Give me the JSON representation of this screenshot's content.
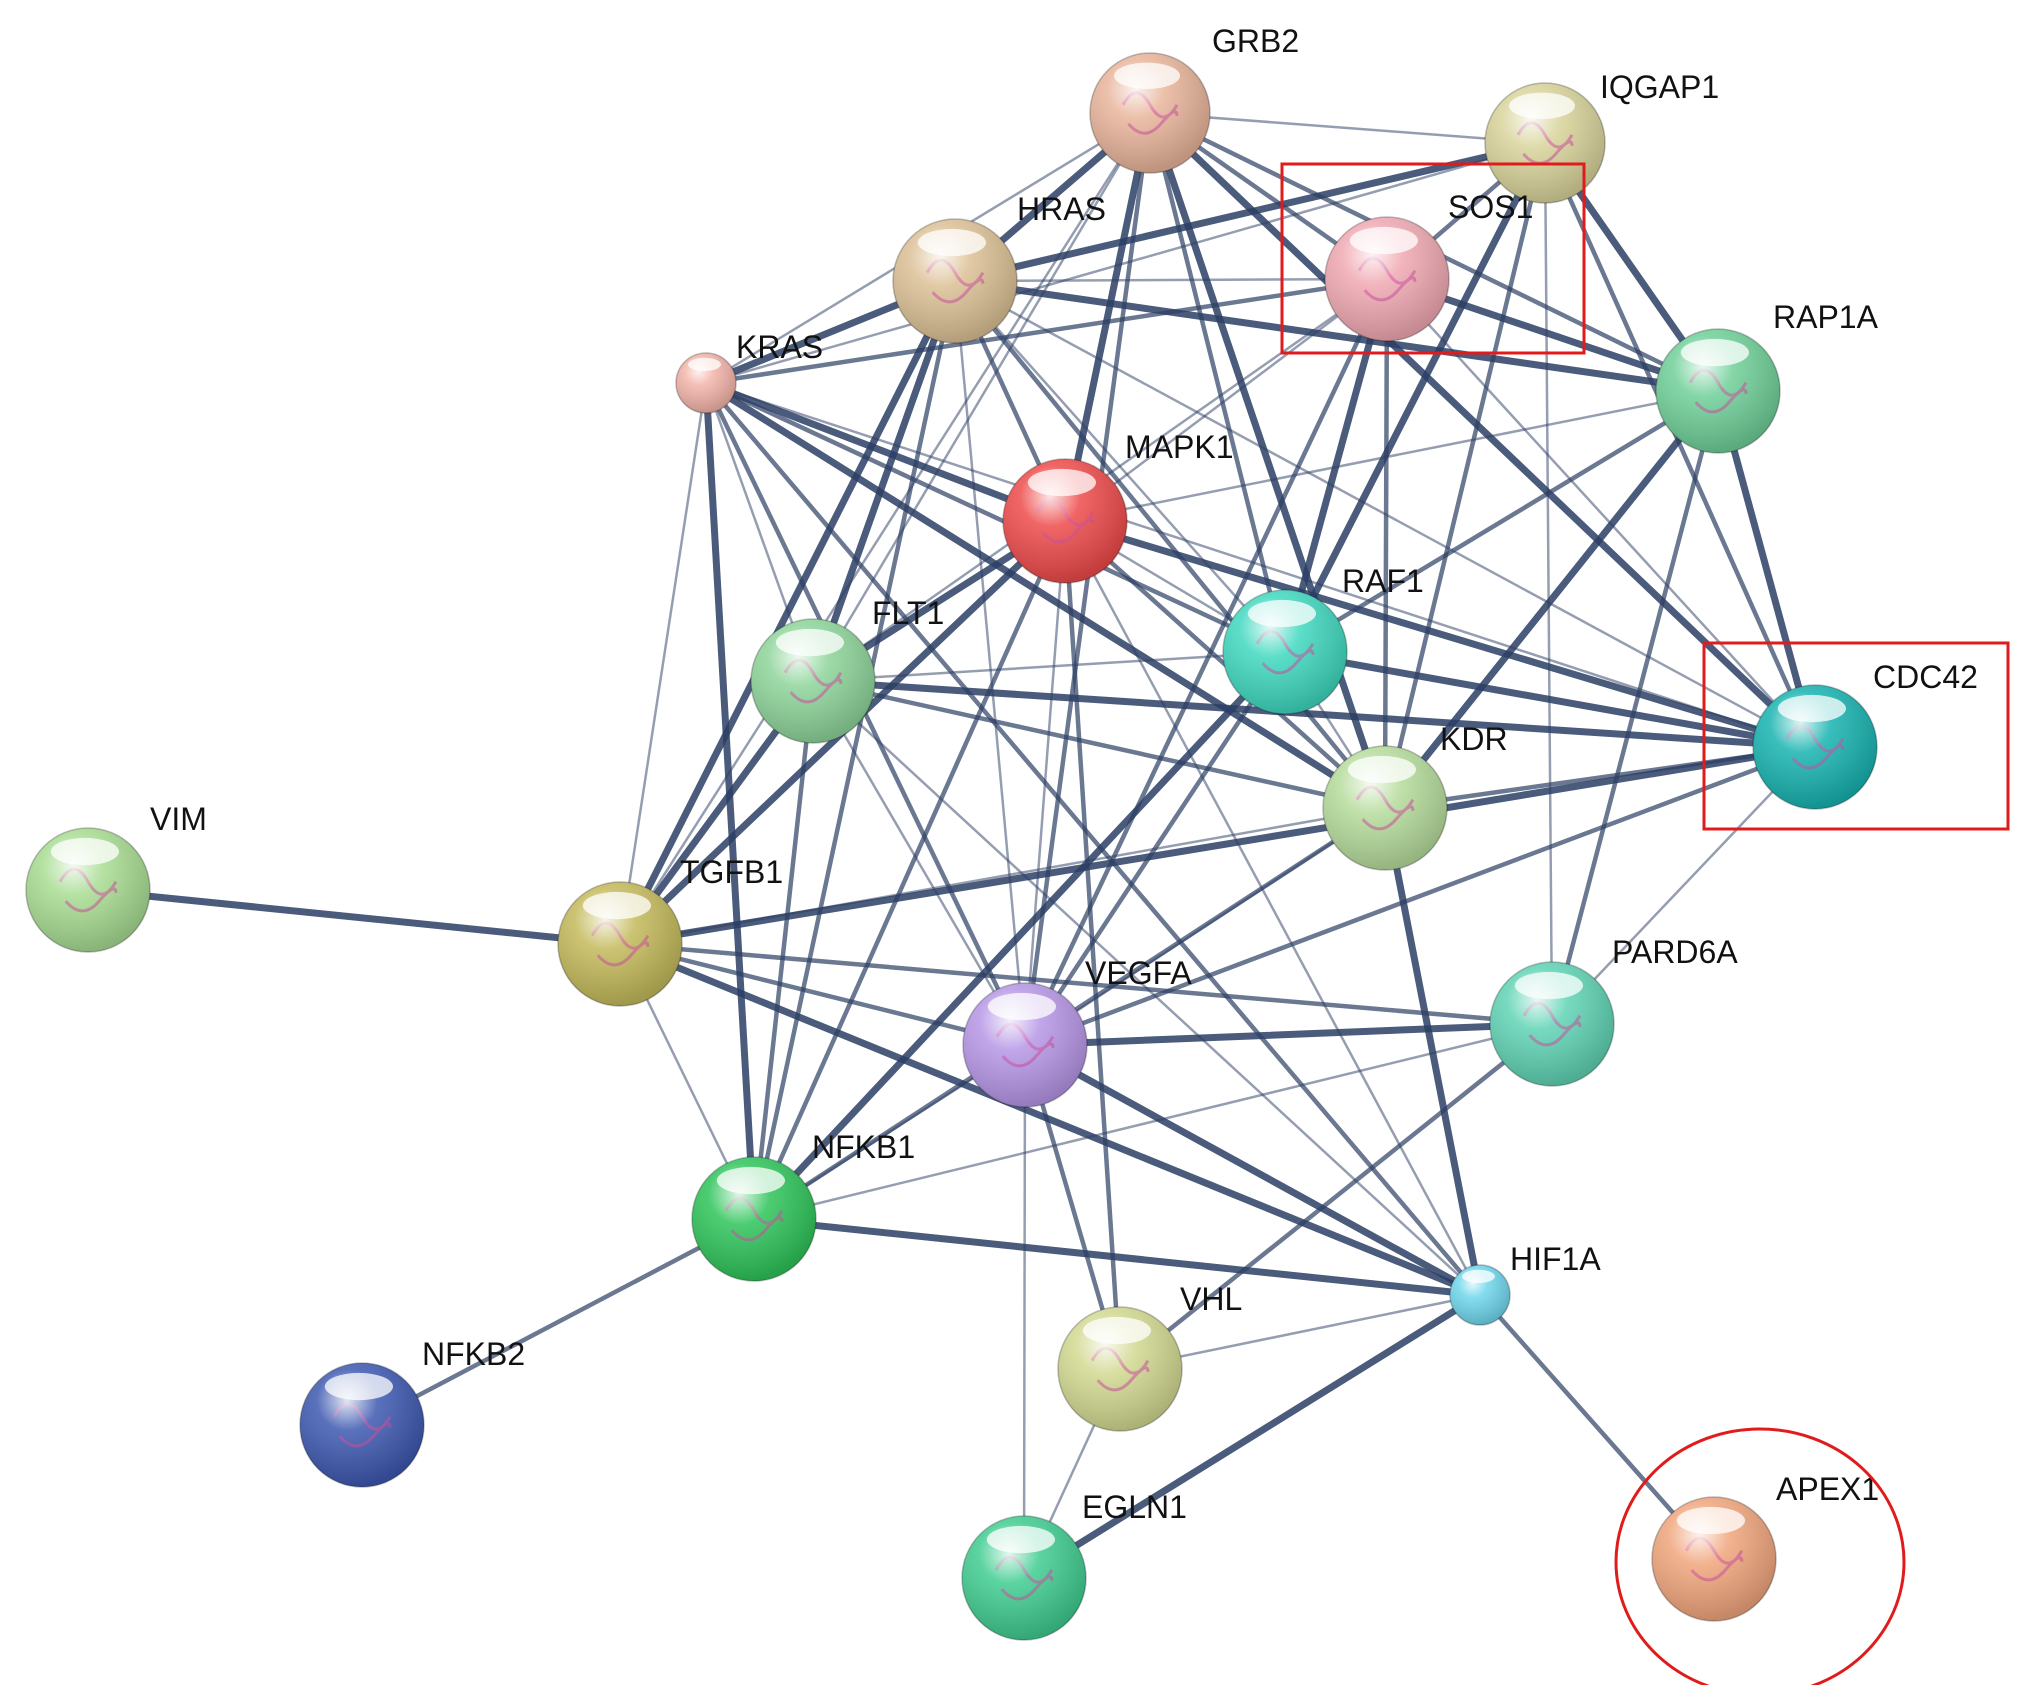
{
  "nodes": [
    {
      "id": "GRB2",
      "label": "GRB2",
      "color": "#e8b49a"
    },
    {
      "id": "IQGAP1",
      "label": "IQGAP1",
      "color": "#d8d39a"
    },
    {
      "id": "HRAS",
      "label": "HRAS",
      "color": "#dcc095"
    },
    {
      "id": "SOS1",
      "label": "SOS1",
      "color": "#f0a8b2"
    },
    {
      "id": "KRAS",
      "label": "KRAS",
      "color": "#f2b3a8"
    },
    {
      "id": "RAP1A",
      "label": "RAP1A",
      "color": "#6fcf98"
    },
    {
      "id": "MAPK1",
      "label": "MAPK1",
      "color": "#ee4a4a"
    },
    {
      "id": "RAF1",
      "label": "RAF1",
      "color": "#3fd8bf"
    },
    {
      "id": "FLT1",
      "label": "FLT1",
      "color": "#8ed49a"
    },
    {
      "id": "CDC42",
      "label": "CDC42",
      "color": "#17b3b0"
    },
    {
      "id": "KDR",
      "label": "KDR",
      "color": "#b6dc9c"
    },
    {
      "id": "VIM",
      "label": "VIM",
      "color": "#a8dc92"
    },
    {
      "id": "TGFB1",
      "label": "TGFB1",
      "color": "#c3b95a"
    },
    {
      "id": "VEGFA",
      "label": "VEGFA",
      "color": "#b696e6"
    },
    {
      "id": "PARD6A",
      "label": "PARD6A",
      "color": "#5fd3b4"
    },
    {
      "id": "NFKB1",
      "label": "NFKB1",
      "color": "#2ec45a"
    },
    {
      "id": "HIF1A",
      "label": "HIF1A",
      "color": "#6fd6ec"
    },
    {
      "id": "VHL",
      "label": "VHL",
      "color": "#d2d890"
    },
    {
      "id": "NFKB2",
      "label": "NFKB2",
      "color": "#3d58b0"
    },
    {
      "id": "EGLN1",
      "label": "EGLN1",
      "color": "#3fcc90"
    },
    {
      "id": "APEX1",
      "label": "APEX1",
      "color": "#f0a57c"
    }
  ],
  "edges": [
    [
      "GRB2",
      "HRAS"
    ],
    [
      "GRB2",
      "SOS1"
    ],
    [
      "GRB2",
      "KRAS"
    ],
    [
      "GRB2",
      "MAPK1"
    ],
    [
      "GRB2",
      "RAF1"
    ],
    [
      "GRB2",
      "FLT1"
    ],
    [
      "GRB2",
      "KDR"
    ],
    [
      "GRB2",
      "VEGFA"
    ],
    [
      "GRB2",
      "IQGAP1"
    ],
    [
      "GRB2",
      "CDC42"
    ],
    [
      "GRB2",
      "RAP1A"
    ],
    [
      "GRB2",
      "TGFB1"
    ],
    [
      "IQGAP1",
      "HRAS"
    ],
    [
      "IQGAP1",
      "SOS1"
    ],
    [
      "IQGAP1",
      "KRAS"
    ],
    [
      "IQGAP1",
      "RAP1A"
    ],
    [
      "IQGAP1",
      "CDC42"
    ],
    [
      "IQGAP1",
      "PARD6A"
    ],
    [
      "IQGAP1",
      "RAF1"
    ],
    [
      "IQGAP1",
      "KDR"
    ],
    [
      "HRAS",
      "SOS1"
    ],
    [
      "HRAS",
      "KRAS"
    ],
    [
      "HRAS",
      "MAPK1"
    ],
    [
      "HRAS",
      "RAF1"
    ],
    [
      "HRAS",
      "FLT1"
    ],
    [
      "HRAS",
      "KDR"
    ],
    [
      "HRAS",
      "VEGFA"
    ],
    [
      "HRAS",
      "TGFB1"
    ],
    [
      "HRAS",
      "NFKB1"
    ],
    [
      "HRAS",
      "CDC42"
    ],
    [
      "HRAS",
      "RAP1A"
    ],
    [
      "SOS1",
      "KRAS"
    ],
    [
      "SOS1",
      "MAPK1"
    ],
    [
      "SOS1",
      "RAF1"
    ],
    [
      "SOS1",
      "KDR"
    ],
    [
      "SOS1",
      "CDC42"
    ],
    [
      "SOS1",
      "RAP1A"
    ],
    [
      "SOS1",
      "VEGFA"
    ],
    [
      "SOS1",
      "FLT1"
    ],
    [
      "KRAS",
      "MAPK1"
    ],
    [
      "KRAS",
      "RAF1"
    ],
    [
      "KRAS",
      "FLT1"
    ],
    [
      "KRAS",
      "KDR"
    ],
    [
      "KRAS",
      "VEGFA"
    ],
    [
      "KRAS",
      "TGFB1"
    ],
    [
      "KRAS",
      "NFKB1"
    ],
    [
      "KRAS",
      "HIF1A"
    ],
    [
      "KRAS",
      "CDC42"
    ],
    [
      "RAP1A",
      "CDC42"
    ],
    [
      "RAP1A",
      "RAF1"
    ],
    [
      "RAP1A",
      "MAPK1"
    ],
    [
      "RAP1A",
      "KDR"
    ],
    [
      "RAP1A",
      "PARD6A"
    ],
    [
      "MAPK1",
      "RAF1"
    ],
    [
      "MAPK1",
      "FLT1"
    ],
    [
      "MAPK1",
      "KDR"
    ],
    [
      "MAPK1",
      "VEGFA"
    ],
    [
      "MAPK1",
      "TGFB1"
    ],
    [
      "MAPK1",
      "NFKB1"
    ],
    [
      "MAPK1",
      "HIF1A"
    ],
    [
      "MAPK1",
      "CDC42"
    ],
    [
      "MAPK1",
      "VHL"
    ],
    [
      "RAF1",
      "KDR"
    ],
    [
      "RAF1",
      "CDC42"
    ],
    [
      "RAF1",
      "VEGFA"
    ],
    [
      "RAF1",
      "FLT1"
    ],
    [
      "RAF1",
      "NFKB1"
    ],
    [
      "FLT1",
      "KDR"
    ],
    [
      "FLT1",
      "VEGFA"
    ],
    [
      "FLT1",
      "TGFB1"
    ],
    [
      "FLT1",
      "NFKB1"
    ],
    [
      "FLT1",
      "HIF1A"
    ],
    [
      "FLT1",
      "CDC42"
    ],
    [
      "CDC42",
      "KDR"
    ],
    [
      "CDC42",
      "PARD6A"
    ],
    [
      "CDC42",
      "TGFB1"
    ],
    [
      "CDC42",
      "VEGFA"
    ],
    [
      "KDR",
      "VEGFA"
    ],
    [
      "KDR",
      "HIF1A"
    ],
    [
      "KDR",
      "NFKB1"
    ],
    [
      "KDR",
      "TGFB1"
    ],
    [
      "VIM",
      "TGFB1"
    ],
    [
      "TGFB1",
      "VEGFA"
    ],
    [
      "TGFB1",
      "NFKB1"
    ],
    [
      "TGFB1",
      "HIF1A"
    ],
    [
      "TGFB1",
      "PARD6A"
    ],
    [
      "VEGFA",
      "NFKB1"
    ],
    [
      "VEGFA",
      "HIF1A"
    ],
    [
      "VEGFA",
      "VHL"
    ],
    [
      "VEGFA",
      "EGLN1"
    ],
    [
      "VEGFA",
      "PARD6A"
    ],
    [
      "PARD6A",
      "VHL"
    ],
    [
      "PARD6A",
      "NFKB1"
    ],
    [
      "NFKB1",
      "HIF1A"
    ],
    [
      "NFKB1",
      "NFKB2"
    ],
    [
      "HIF1A",
      "VHL"
    ],
    [
      "HIF1A",
      "EGLN1"
    ],
    [
      "HIF1A",
      "APEX1"
    ],
    [
      "VHL",
      "EGLN1"
    ]
  ],
  "highlights": [
    {
      "id": "SOS1-box",
      "shape": "rect"
    },
    {
      "id": "CDC42-box",
      "shape": "rect"
    },
    {
      "id": "APEX1-ring",
      "shape": "ellipse"
    }
  ]
}
